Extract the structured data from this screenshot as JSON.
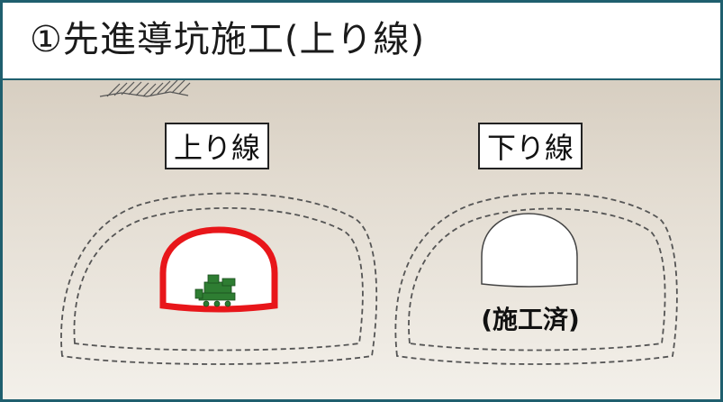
{
  "title": "①先進導坑施工(上り線)",
  "labels": {
    "up_line": "上り線",
    "down_line": "下り線",
    "construction_done": "(施工済)"
  },
  "colors": {
    "frame_border": "#1f5f6e",
    "active_outline": "#e8161a",
    "machine": "#2e7d32",
    "dashed_line": "#555555"
  },
  "icons": {
    "machine": "tunnel-boring-machine-icon",
    "hatch": "ground-hatch-icon"
  }
}
